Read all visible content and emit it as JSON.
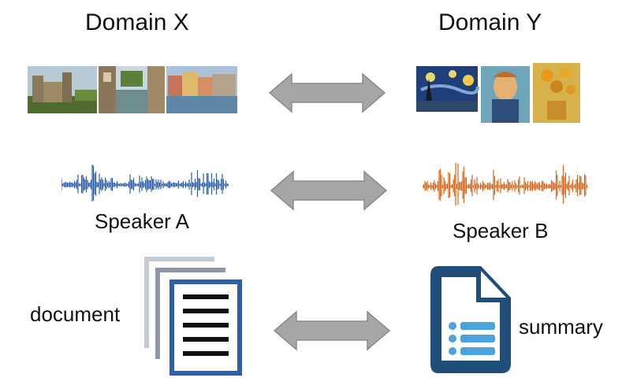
{
  "headings": {
    "left": "Domain X",
    "right": "Domain Y"
  },
  "audio": {
    "left_label": "Speaker A",
    "right_label": "Speaker B",
    "left_color": "#2f5faa",
    "right_color": "#d2691e"
  },
  "text": {
    "left_label": "document",
    "right_label": "summary",
    "doc_color": "#2f5faa",
    "summary_color": "#1f4e79",
    "summary_line_color": "#4aa3df"
  },
  "arrow_color": "#a6a6a6",
  "arrow_stroke": "#8a8a8a",
  "icons": {
    "photos": [
      "castle-photo-icon",
      "canal-photo-icon",
      "harbor-photo-icon"
    ],
    "paintings": [
      "starry-night-painting-icon",
      "self-portrait-painting-icon",
      "sunflowers-painting-icon"
    ],
    "document": "document-stack-icon",
    "summary": "summary-document-icon"
  }
}
